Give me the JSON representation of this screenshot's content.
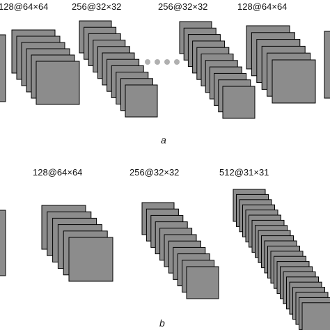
{
  "diagram": {
    "row_a": {
      "panel_label": "a",
      "labels": [
        "128@64×64",
        "256@32×32",
        "256@32×32",
        "128@64×64"
      ],
      "ellipsis_dots": 4
    },
    "row_b": {
      "panel_label": "b",
      "labels": [
        "128@64×64",
        "256@32×32",
        "512@31×31"
      ]
    },
    "colors": {
      "map_fill": "#8c8c8c",
      "map_stroke": "#000000",
      "dots": "#b0b0b0"
    }
  }
}
